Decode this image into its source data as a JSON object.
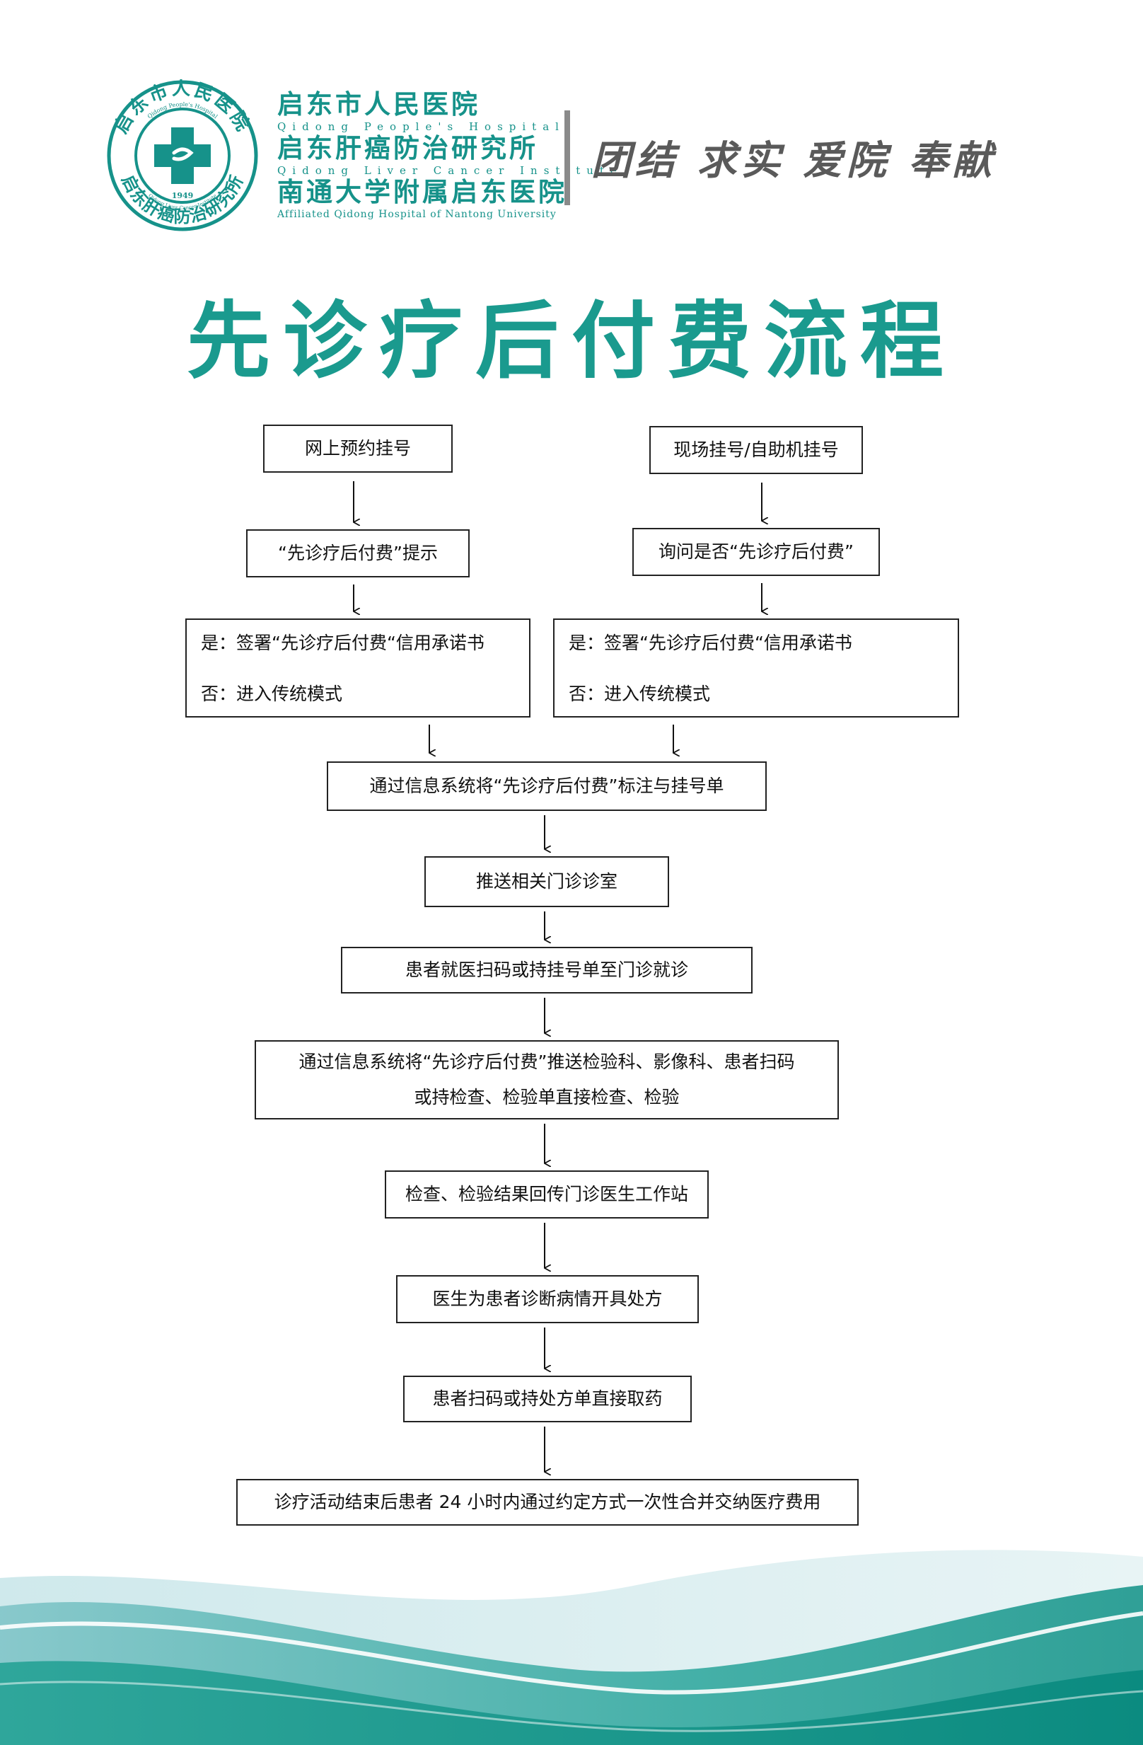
{
  "header": {
    "logo": {
      "ring_text_top": "启东市人民医院",
      "ring_text_bottom": "启东肝癌防治研究所",
      "ring_en_top": "Qidong People's Hospital",
      "ring_en_bottom": "Qidong Liver Cancer Institute",
      "year": "1949"
    },
    "names": [
      {
        "cn": "启东市人民医院",
        "en": "Qidong People's Hospital"
      },
      {
        "cn": "启东肝癌防治研究所",
        "en": "Qidong Liver Cancer Institute"
      },
      {
        "cn": "南通大学附属启东医院",
        "en": "Affiliated Qidong Hospital of Nantong University"
      }
    ],
    "motto": "团结 求实 爱院 奉献"
  },
  "title": "先诊疗后付费流程",
  "flow": {
    "online_registration": "网上预约挂号",
    "onsite_registration": "现场挂号/自助机挂号",
    "prompt_left": "“先诊疗后付费”提示",
    "ask_right": "询问是否“先诊疗后付费”",
    "choice_left": {
      "yes": "是：签署“先诊疗后付费“信用承诺书",
      "no": "否：进入传统模式"
    },
    "choice_right": {
      "yes": "是：签署“先诊疗后付费“信用承诺书",
      "no": "否：进入传统模式"
    },
    "step_mark": "通过信息系统将“先诊疗后付费”标注与挂号单",
    "step_push": "推送相关门诊诊室",
    "step_visit": "患者就医扫码或持挂号单至门诊就诊",
    "step_exam_line1": "通过信息系统将“先诊疗后付费”推送检验科、影像科、患者扫码",
    "step_exam_line2": "或持检查、检验单直接检查、检验",
    "step_results": "检查、检验结果回传门诊医生工作站",
    "step_prescribe": "医生为患者诊断病情开具处方",
    "step_pharmacy": "患者扫码或持处方单直接取药",
    "step_payment": "诊疗活动结束后患者 24 小时内通过约定方式一次性合并交纳医疗费用"
  },
  "colors": {
    "brand": "#16928a",
    "title": "#1a9a8e",
    "motto": "#5a5a5a",
    "wave": "#16968c"
  }
}
